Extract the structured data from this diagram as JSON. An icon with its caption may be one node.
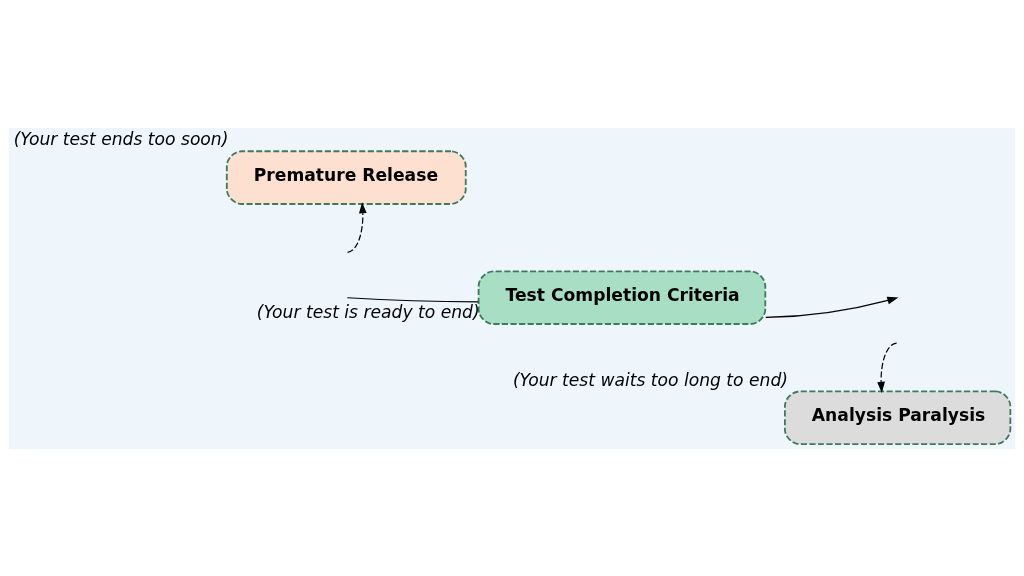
{
  "diagram": {
    "nodes": [
      {
        "text": [
          "Premature Release"
        ],
        "beside": [
          "(Your test ends too soon)"
        ]
      },
      {
        "text": [
          "Test Completion Criteria"
        ],
        "beside": [
          "(Your test is ready to end)"
        ]
      },
      {
        "text": [
          "Analysis Paralysis"
        ],
        "beside": [
          "(Your test waits too long to end)"
        ]
      }
    ],
    "edges": [
      {
        "from": null,
        "to": 1,
        "arrow": "none"
      },
      {
        "from": 1,
        "to": null,
        "arrow": "to"
      },
      {
        "from": null,
        "to": 0,
        "arrow": "to",
        "style": "dashed"
      },
      {
        "from": null,
        "to": 2,
        "arrow": "to",
        "style": "dashed"
      }
    ]
  }
}
